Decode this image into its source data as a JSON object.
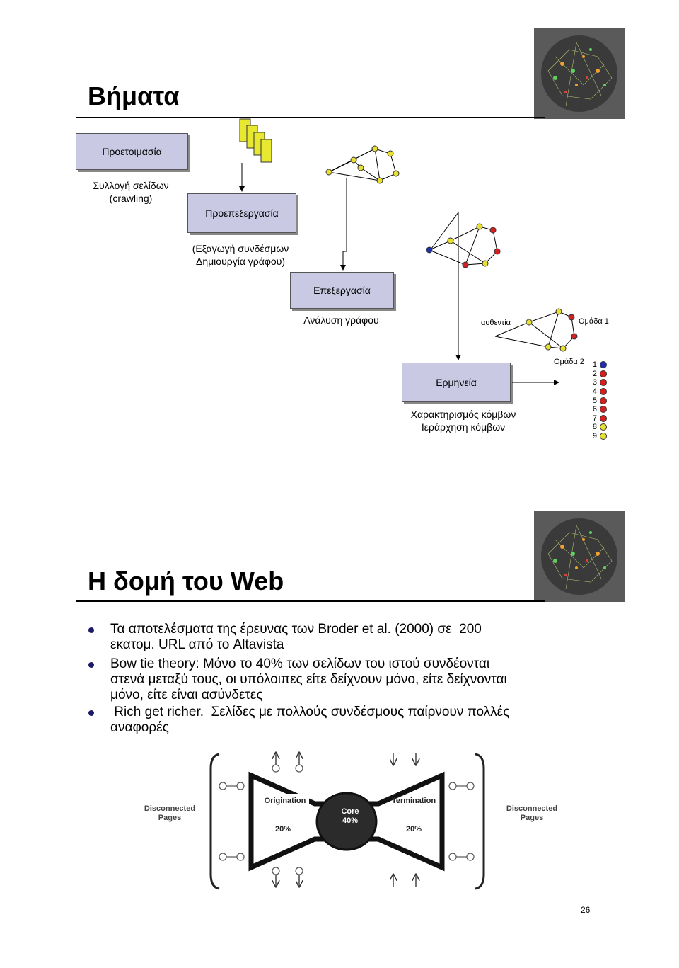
{
  "slide1": {
    "title": "Βήματα",
    "prep_box": "Προετοιμασία",
    "crawl_label": "Συλλογή σελίδων\n(crawling)",
    "preprocess_box": "Προεπεξεργασία",
    "extract_label": "(Εξαγωγή συνδέσμων\nΔημιουργία γράφου)",
    "process_box": "Επεξεργασία",
    "graph_analysis": "Ανάλυση γράφου",
    "authority": "αυθεντία",
    "group1": "Ομάδα 1",
    "group2": "Ομάδα 2",
    "interpret_box": "Ερμηνεία",
    "interpret_label": "Χαρακτηρισμός κόμβων\nΙεράρχηση κόμβων",
    "ranks": [
      "1",
      "2",
      "3",
      "4",
      "5",
      "6",
      "7",
      "8",
      "9"
    ],
    "rank_colors": [
      "#1f2fb0",
      "#d62020",
      "#d62020",
      "#d62020",
      "#d62020",
      "#d62020",
      "#d62020",
      "#e8e030",
      "#e8e030"
    ]
  },
  "slide2": {
    "title": "Η δομή του Web",
    "bullets": [
      {
        "line1": "Τα αποτελέσματα της έρευνας των Broder et al. (2000) σε  200",
        "line2": "εκατομ. URL από το Altavista"
      },
      {
        "line1": "Bow tie theory: Μόνο το 40% των σελίδων του ιστού συνδέονται",
        "line2": "στενά μεταξύ τους, οι υπόλοιπες είτε δείχνουν μόνο, είτε δείχνονται",
        "line3": "μόνο, είτε είναι ασύνδετες"
      },
      {
        "line1": " Rich get richer.  Σελίδες με πολλούς συνδέσμους παίρνουν πολλές",
        "line2": "αναφορές"
      }
    ],
    "bowtie": {
      "left_disconnected": "Disconnected\nPages",
      "right_disconnected": "Disconnected\nPages",
      "origination": "Origination",
      "origination_pct": "20%",
      "core": "Core",
      "core_pct": "40%",
      "termination": "Termination",
      "termination_pct": "20%"
    }
  },
  "page_number": "26"
}
